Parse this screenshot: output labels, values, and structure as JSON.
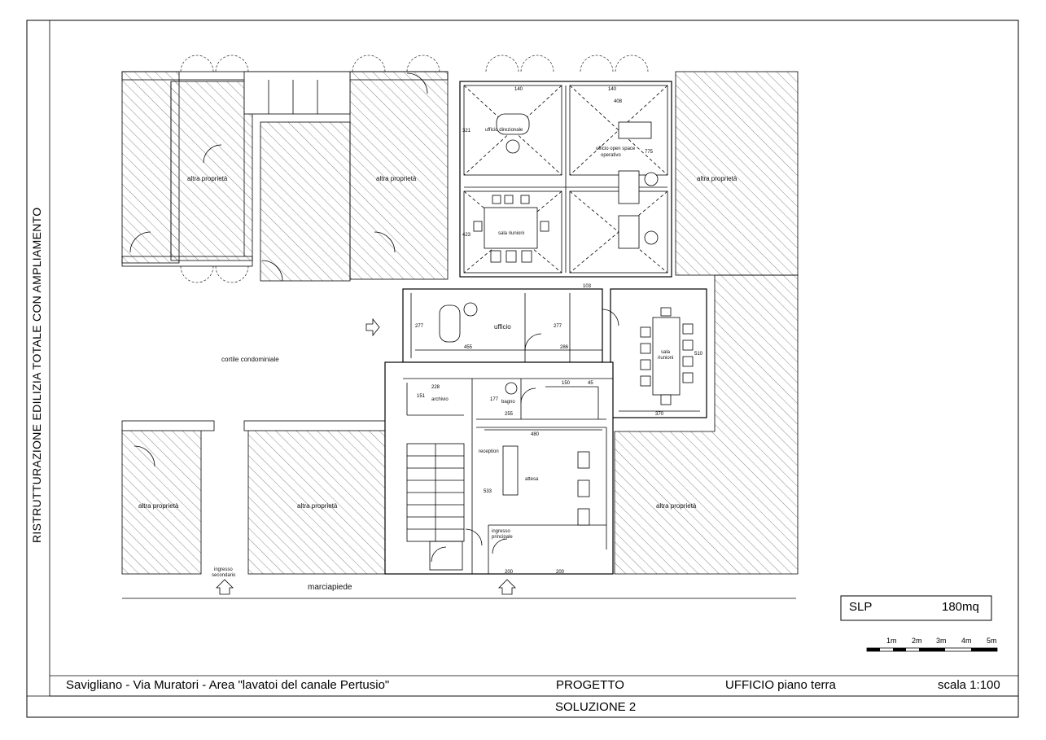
{
  "side_title": "RISTRUTTURAZIONE EDILIZIA TOTALE CON AMPLIAMENTO",
  "titleblock": {
    "location": "Savigliano - Via Muratori - Area \"lavatoi del canale Pertusio\"",
    "phase": "PROGETTO",
    "subject": "UFFICIO  piano terra",
    "scale": "scala 1:100",
    "solution": "SOLUZIONE 2"
  },
  "slp": {
    "label": "SLP",
    "value": "180mq"
  },
  "scalebar": {
    "ticks": [
      "1m",
      "2m",
      "3m",
      "4m",
      "5m"
    ]
  },
  "rooms": {
    "altra_proprieta": "altra proprietà",
    "ufficio_direzionale": "ufficio direzionale",
    "ufficio_open_space_1": "ufficio open space",
    "ufficio_open_space_2": "operativo",
    "sala_riunioni_1": "sala riunioni",
    "ufficio": "ufficio",
    "sala_riunioni_2a": "sala",
    "sala_riunioni_2b": "riunioni",
    "cortile": "cortile condominiale",
    "archivio": "archivio",
    "bagno": "bagno",
    "reception": "reception",
    "attesa": "attesa",
    "ingresso_principale_1": "ingresso",
    "ingresso_principale_2": "principale",
    "ingresso_secondario_1": "ingresso",
    "ingresso_secondario_2": "secondario",
    "marciapiede": "marciapiede"
  },
  "dimensions": {
    "d140a": "140",
    "d140b": "140",
    "d408": "408",
    "d321": "321",
    "d775": "775",
    "d423": "423",
    "d103": "103",
    "d277a": "277",
    "d277b": "277",
    "d455": "455",
    "d286": "286",
    "d510": "510",
    "d228": "228",
    "d151": "151",
    "d177": "177",
    "d150": "150",
    "d45": "45",
    "d255": "255",
    "d370": "370",
    "d480": "480",
    "d533": "533",
    "d200a": "200",
    "d200b": "200"
  },
  "colors": {
    "line": "#000000",
    "hatch": "#555555"
  }
}
